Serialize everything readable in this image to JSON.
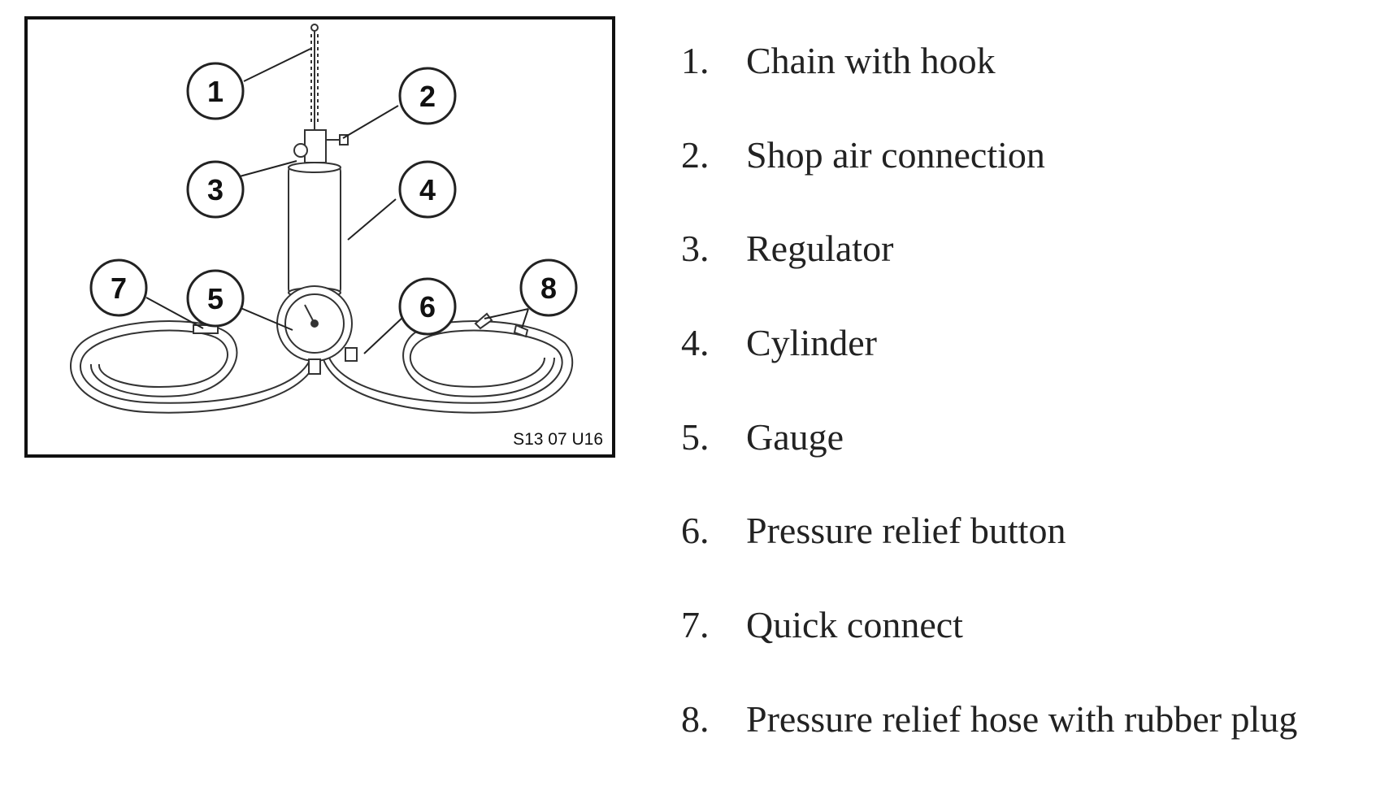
{
  "figure": {
    "reference_code": "S13 07 U16",
    "callouts": [
      "1",
      "2",
      "3",
      "4",
      "5",
      "6",
      "7",
      "8"
    ]
  },
  "legend": [
    {
      "number": "1.",
      "label": "Chain with hook"
    },
    {
      "number": "2.",
      "label": "Shop air connection"
    },
    {
      "number": "3.",
      "label": "Regulator"
    },
    {
      "number": "4.",
      "label": "Cylinder"
    },
    {
      "number": "5.",
      "label": "Gauge"
    },
    {
      "number": "6.",
      "label": "Pressure relief button"
    },
    {
      "number": "7.",
      "label": "Quick connect"
    },
    {
      "number": "8.",
      "label": "Pressure relief hose with rubber plug"
    }
  ]
}
